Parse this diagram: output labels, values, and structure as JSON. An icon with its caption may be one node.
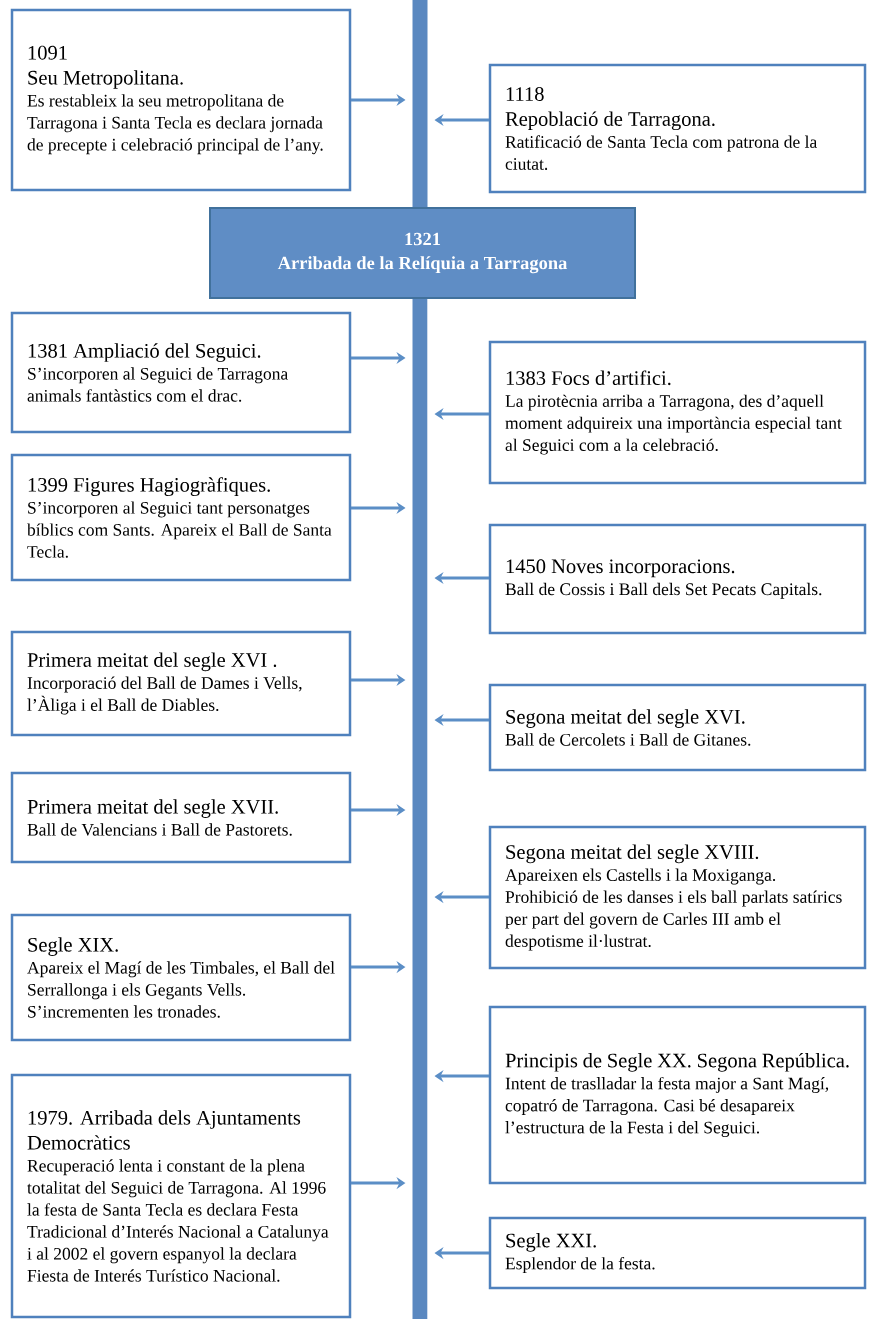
{
  "diagram": {
    "nodes": [
      {
        "text": [
          "1091",
          "Seu Metropolitana.",
          "Es restableix la seu metropolitana de Tarragona i Santa Tecla es declara jornada de precepte i celebració principal de l’any."
        ]
      },
      {
        "text": [
          "1118",
          "Repoblació de Tarragona.",
          "Ratificació de Santa Tecla com patrona de la ciutat."
        ]
      },
      {
        "text": [
          "1321",
          "Arribada de la Relíquia a Tarragona"
        ]
      },
      {
        "text": [
          "1381 Ampliació del Seguici.",
          "S’incorporen al Seguici de Tarragona animals fantàstics com el drac."
        ]
      },
      {
        "text": [
          "1383 Focs d’artifici.",
          "La pirotècnia arriba a Tarragona, des d’aquell moment adquireix una importància especial tant al Seguici com a la celebració."
        ]
      },
      {
        "text": [
          "1399 Figures Hagiogràfiques.",
          "S’incorporen al Seguici tant personatges bíblics com Sants. Apareix el Ball de Santa Tecla."
        ]
      },
      {
        "text": [
          "1450 Noves incorporacions.",
          "Ball de Cossis i Ball dels Set Pecats Capitals."
        ]
      },
      {
        "text": [
          "Primera meitat del segle XVI .",
          "Incorporació del Ball de Dames i Vells, l’Àliga i el Ball de Diables."
        ]
      },
      {
        "text": [
          "Segona meitat del segle XVI.",
          "Ball de Cercolets i Ball de Gitanes."
        ]
      },
      {
        "text": [
          "Primera meitat del segle XVII.",
          "Ball de Valencians i Ball de Pastorets."
        ]
      },
      {
        "text": [
          "Segona meitat del segle XVIII.",
          "Apareixen els Castells i la Moxiganga. Prohibició de les danses i els ball parlats satírics per part del govern de Carles III amb el despotisme il·lustrat."
        ]
      },
      {
        "text": [
          "Segle XIX.",
          "Apareix el Magí de les Timbales, el Ball del Serrallonga i els Gegants Vells. S’incrementen les tronades."
        ]
      },
      {
        "text": [
          "Principis de Segle XX. Segona República.",
          "Intent de traslladar la festa major a Sant Magí, copatró de Tarragona. Casi bé desapareix l’estructura de la Festa i del Seguici."
        ]
      },
      {
        "text": [
          "1979. Arribada dels Ajuntaments Democràtics",
          "Recuperació lenta i constant de la plena totalitat del Seguici de Tarragona. Al 1996 la festa de Santa Tecla es declara Festa Tradicional d’Interés Nacional a Catalunya i al 2002 el govern espanyol la declara Fiesta de Interés Turístico Nacional."
        ]
      },
      {
        "text": [
          "Segle XXI.",
          "Esplendor de la festa."
        ]
      },
      {
        "text": [],
        "shape": "bar"
      },
      {
        "text": [],
        "shape": "bar"
      }
    ],
    "edges": [
      {
        "from": 0,
        "to": 15,
        "arrow": "to"
      },
      {
        "from": 1,
        "to": 15,
        "arrow": "to"
      },
      {
        "from": 3,
        "to": 16,
        "arrow": "to"
      },
      {
        "from": 4,
        "to": 16,
        "arrow": "to"
      },
      {
        "from": 5,
        "to": 16,
        "arrow": "to"
      },
      {
        "from": 6,
        "to": 16,
        "arrow": "to"
      },
      {
        "from": 7,
        "to": 16,
        "arrow": "to"
      },
      {
        "from": 8,
        "to": 16,
        "arrow": "to"
      },
      {
        "from": 9,
        "to": 16,
        "arrow": "to"
      },
      {
        "from": 10,
        "to": 16,
        "arrow": "to"
      },
      {
        "from": 11,
        "to": 16,
        "arrow": "to"
      },
      {
        "from": 12,
        "to": 16,
        "arrow": "to"
      },
      {
        "from": 13,
        "to": 16,
        "arrow": "to"
      },
      {
        "from": 14,
        "to": 16,
        "arrow": "to"
      }
    ]
  }
}
